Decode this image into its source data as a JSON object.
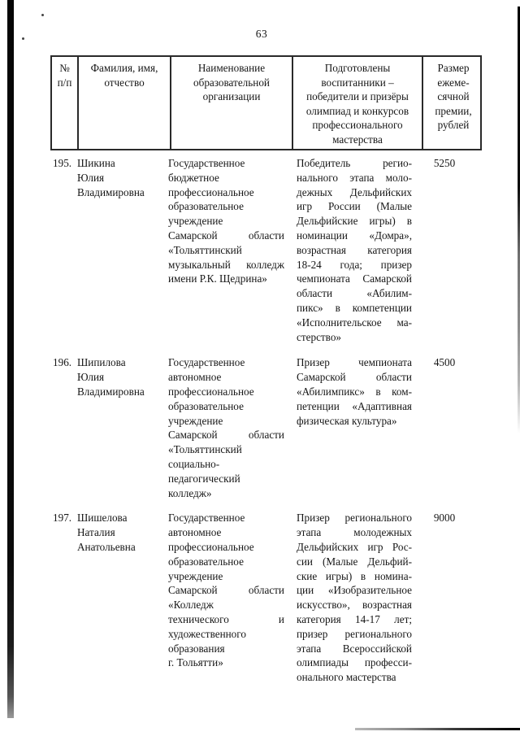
{
  "page": {
    "number": "63"
  },
  "table": {
    "headers": [
      {
        "lines": [
          "№",
          "п/п"
        ]
      },
      {
        "lines": [
          "Фамилия, имя,",
          "отчество"
        ]
      },
      {
        "lines": [
          "Наименование",
          "образовательной",
          "организации"
        ]
      },
      {
        "lines": [
          "Подготовлены",
          "воспитанники –",
          "победители и призёры",
          "олимпиад и конкурсов",
          "профессионального",
          "мастерства"
        ]
      },
      {
        "lines": [
          "Размер",
          "ежеме-",
          "сячной",
          "премии,",
          "рублей"
        ]
      }
    ],
    "rows": [
      {
        "number": "195.",
        "name_lines": [
          "Шикина",
          "Юлия",
          "Владимировна"
        ],
        "organization_lines": [
          "Государственное",
          "бюджетное",
          "профессиональное",
          "образовательное",
          "учреждение",
          "Самарской области",
          "«Тольяттинский",
          "музыкальный колледж",
          "имени Р.К. Щедрина»"
        ],
        "achievement_lines": [
          "Победитель регио-",
          "нального этапа моло-",
          "дежных Дельфийских",
          "игр России (Малые",
          "Дельфийские игры) в",
          "номинации «Домра»,",
          "возрастная категория",
          "18-24 года; призер",
          "чемпионата Самарской",
          "области «Абилим-",
          "пикс» в компетенции",
          "«Исполнительское ма-",
          "стерство»"
        ],
        "premium": "5250"
      },
      {
        "number": "196.",
        "name_lines": [
          "Шипилова",
          "Юлия",
          "Владимировна"
        ],
        "organization_lines": [
          "Государственное",
          "автономное",
          "профессиональное",
          "образовательное",
          "учреждение",
          "Самарской области",
          "«Тольяттинский",
          "социально-",
          "педагогический",
          "колледж»"
        ],
        "achievement_lines": [
          "Призер чемпионата",
          "Самарской области",
          "«Абилимпикс» в ком-",
          "петенции «Адаптивная",
          "физическая культура»"
        ],
        "premium": "4500"
      },
      {
        "number": "197.",
        "name_lines": [
          "Шишелова",
          "Наталия",
          "Анатольевна"
        ],
        "organization_lines": [
          "Государственное",
          "автономное",
          "профессиональное",
          "образовательное",
          "учреждение",
          "Самарской области",
          "«Колледж",
          "технического и",
          "художественного",
          "образования",
          "г. Тольятти»"
        ],
        "achievement_lines": [
          "Призер регионального",
          "этапа молодежных",
          "Дельфийских игр Рос-",
          "сии (Малые Дельфий-",
          "ские игры) в номина-",
          "ции «Изобразительное",
          "искусство», возрастная",
          "категория 14-17 лет;",
          "призер регионального",
          "этапа Всероссийской",
          "олимпиады професси-",
          "онального мастерства"
        ],
        "premium": "9000"
      }
    ]
  }
}
